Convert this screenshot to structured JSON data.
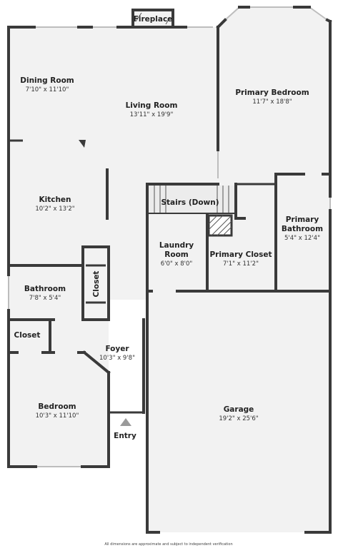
{
  "plan": {
    "colors": {
      "floor": "#f2f2f2",
      "wall": "#3a3a3a",
      "window": "#bdbdbd",
      "stairs": "#ececec"
    },
    "rooms": [
      {
        "id": "fireplace",
        "name": "Fireplace",
        "dims": ""
      },
      {
        "id": "dining",
        "name": "Dining Room",
        "dims": "7'10\" x 11'10\""
      },
      {
        "id": "living",
        "name": "Living Room",
        "dims": "13'11\" x 19'9\""
      },
      {
        "id": "primary-bedroom",
        "name": "Primary Bedroom",
        "dims": "11'7\" x 18'8\""
      },
      {
        "id": "kitchen",
        "name": "Kitchen",
        "dims": "10'2\" x 13'2\""
      },
      {
        "id": "stairs",
        "name": "Stairs (Down)",
        "dims": ""
      },
      {
        "id": "primary-bathroom",
        "name": "Primary Bathroom",
        "dims": "5'4\" x 12'4\""
      },
      {
        "id": "laundry",
        "name": "Laundry Room",
        "dims": "6'0\" x 8'0\""
      },
      {
        "id": "primary-closet",
        "name": "Primary Closet",
        "dims": "7'1\" x 11'2\""
      },
      {
        "id": "bathroom",
        "name": "Bathroom",
        "dims": "7'8\" x 5'4\""
      },
      {
        "id": "closet-vertical",
        "name": "Closet",
        "dims": ""
      },
      {
        "id": "closet",
        "name": "Closet",
        "dims": ""
      },
      {
        "id": "foyer",
        "name": "Foyer",
        "dims": "10'3\" x 9'8\""
      },
      {
        "id": "bedroom",
        "name": "Bedroom",
        "dims": "10'3\" x 11'10\""
      },
      {
        "id": "garage",
        "name": "Garage",
        "dims": "19'2\" x 25'6\""
      },
      {
        "id": "entry",
        "name": "Entry",
        "dims": ""
      }
    ],
    "disclaimer": "All dimensions are approximate and subject to independent verification"
  }
}
